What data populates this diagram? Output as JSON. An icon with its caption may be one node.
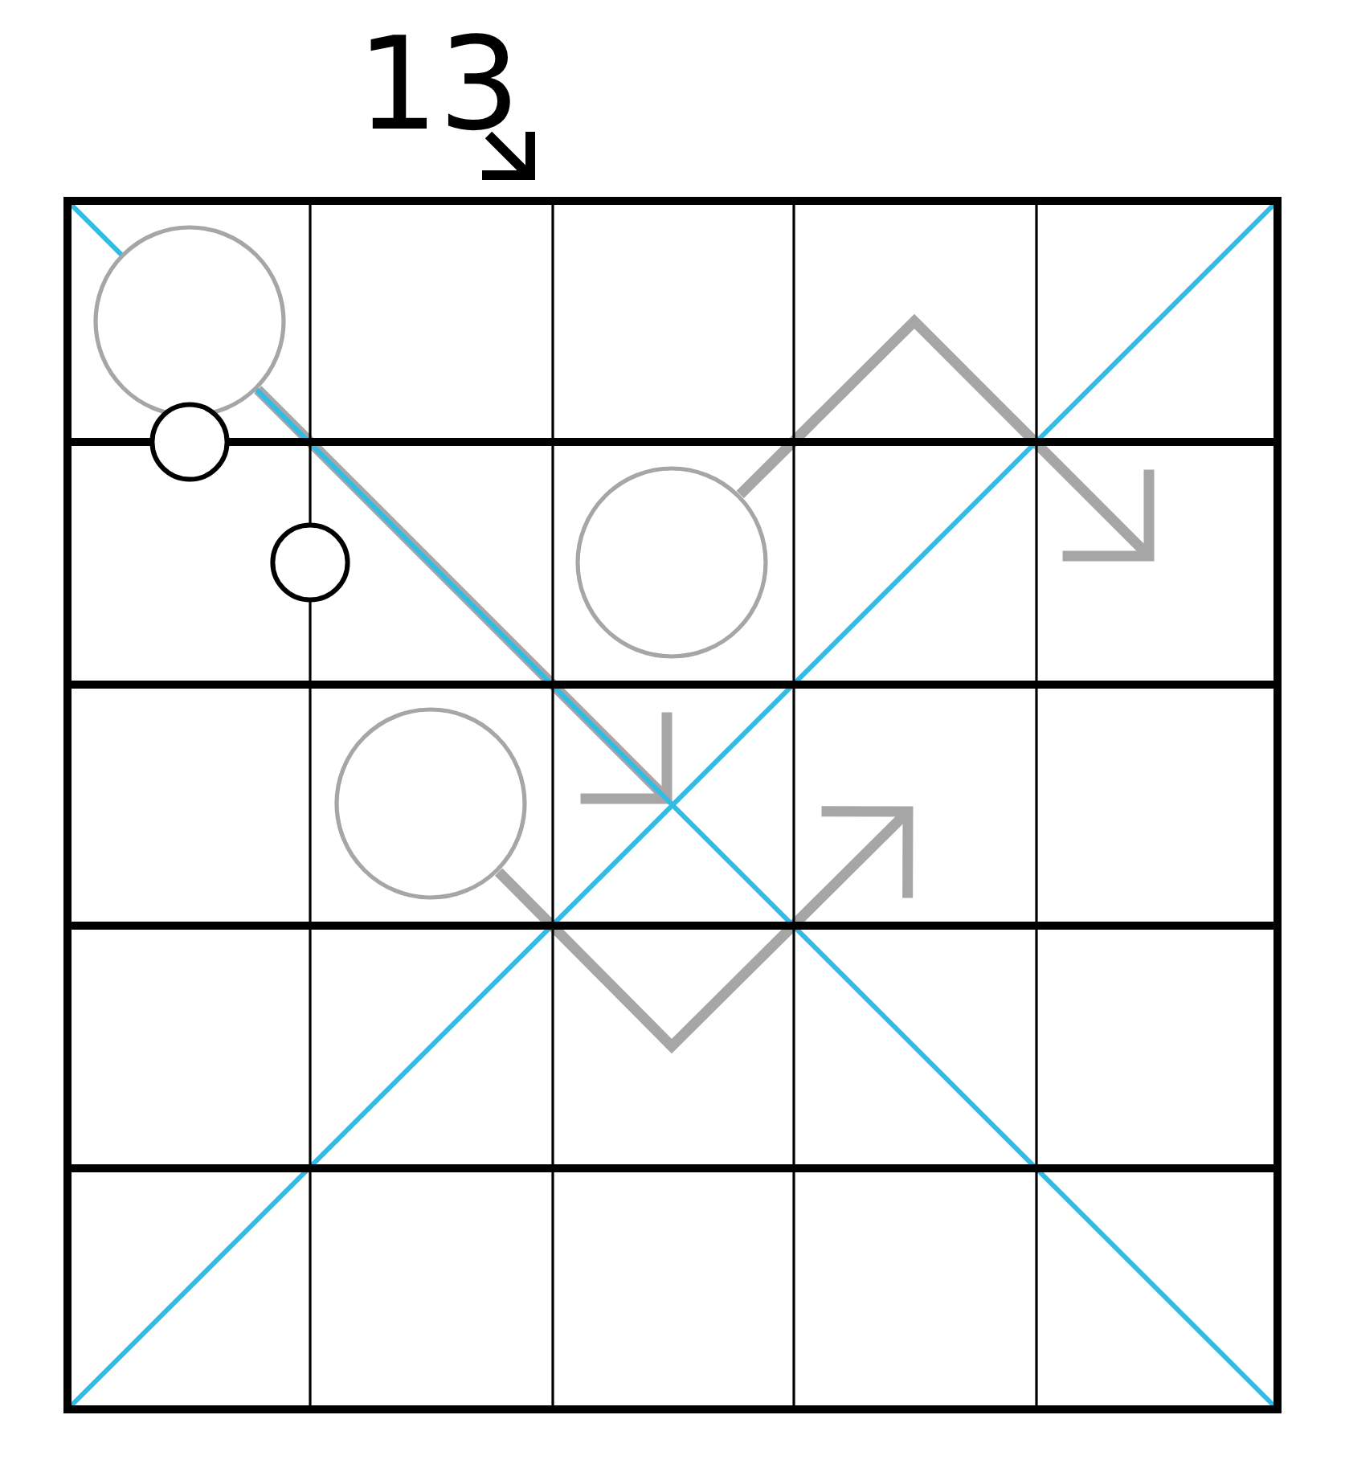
{
  "diagram": {
    "nodes": [
      {
        "text": [],
        "shape": "circle"
      },
      {
        "text": [],
        "shape": "circle"
      },
      {
        "text": [],
        "shape": "circle"
      }
    ],
    "edges": [
      {
        "from": 0,
        "to": null,
        "arrow": "to"
      },
      {
        "from": 1,
        "to": null,
        "arrow": "to"
      },
      {
        "from": 2,
        "to": null,
        "arrow": "to"
      }
    ],
    "labels": [
      "13"
    ]
  }
}
